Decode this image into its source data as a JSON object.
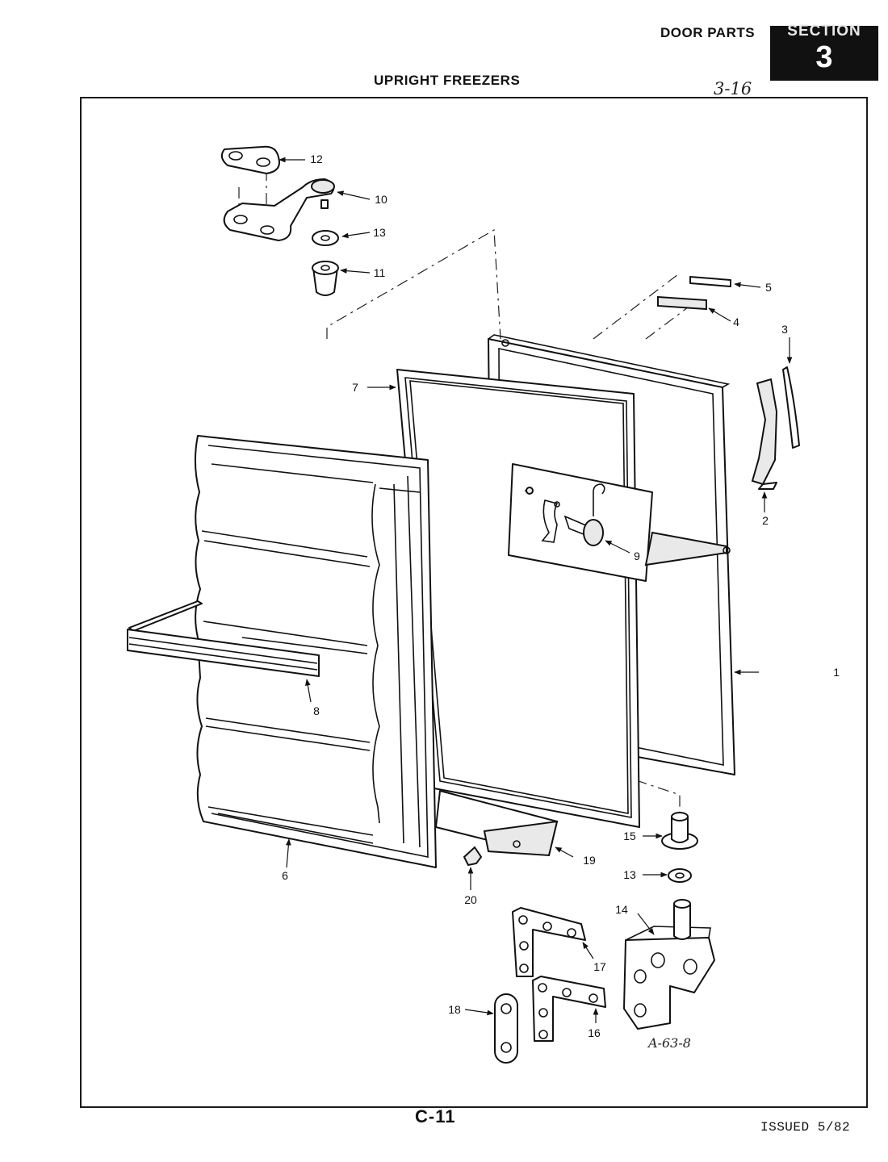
{
  "header": {
    "category": "DOOR PARTS",
    "section_word": "SECTION",
    "section_number": "3",
    "title": "UPRIGHT FREEZERS",
    "handwritten_note": "3-16"
  },
  "figure": {
    "code": "A-63-8",
    "callouts": [
      "1",
      "2",
      "3",
      "4",
      "5",
      "6",
      "7",
      "8",
      "9",
      "10",
      "11",
      "12",
      "13",
      "13",
      "14",
      "15",
      "16",
      "17",
      "18",
      "19",
      "20"
    ]
  },
  "footer": {
    "page_code": "C-11",
    "issued": "ISSUED 5/82"
  }
}
